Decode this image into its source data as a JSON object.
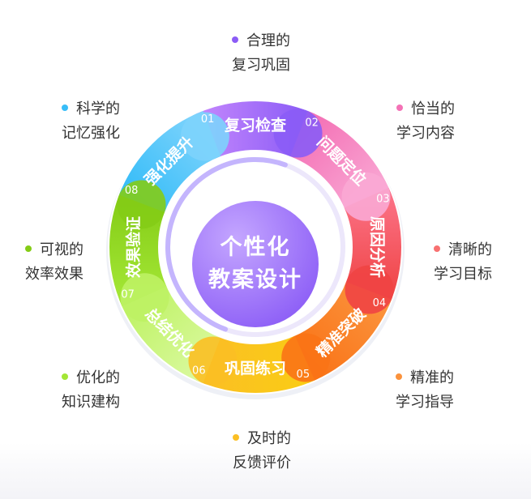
{
  "center": {
    "line1": "个性化",
    "line2": "教案设计"
  },
  "segments": [
    {
      "num": "01",
      "label": "复习检查",
      "color_a": "#c084fc",
      "color_b": "#8b5cf6"
    },
    {
      "num": "02",
      "label": "问题定位",
      "color_a": "#f472b6",
      "color_b": "#f9a8d4"
    },
    {
      "num": "03",
      "label": "原因分析",
      "color_a": "#fb7185",
      "color_b": "#ef4444"
    },
    {
      "num": "04",
      "label": "精准突破",
      "color_a": "#fb923c",
      "color_b": "#f97316"
    },
    {
      "num": "05",
      "label": "巩固练习",
      "color_a": "#facc15",
      "color_b": "#fbbf24"
    },
    {
      "num": "06",
      "label": "总结优化",
      "color_a": "#d9f99d",
      "color_b": "#bef264"
    },
    {
      "num": "07",
      "label": "效果验证",
      "color_a": "#a3e635",
      "color_b": "#84cc16"
    },
    {
      "num": "08",
      "label": "强化提升",
      "color_a": "#38bdf8",
      "color_b": "#7dd3fc"
    }
  ],
  "annotations": [
    {
      "line1": "合理的",
      "line2": "复习巩固",
      "color": "#8b5cf6"
    },
    {
      "line1": "恰当的",
      "line2": "学习内容",
      "color": "#f472b6"
    },
    {
      "line1": "清晰的",
      "line2": "学习目标",
      "color": "#f87171"
    },
    {
      "line1": "精准的",
      "line2": "学习指导",
      "color": "#fb923c"
    },
    {
      "line1": "及时的",
      "line2": "反馈评价",
      "color": "#fbbf24"
    },
    {
      "line1": "优化的",
      "line2": "知识建构",
      "color": "#a3e635"
    },
    {
      "line1": "可视的",
      "line2": "效率效果",
      "color": "#84cc16"
    },
    {
      "line1": "科学的",
      "line2": "记忆强化",
      "color": "#38bdf8"
    }
  ]
}
